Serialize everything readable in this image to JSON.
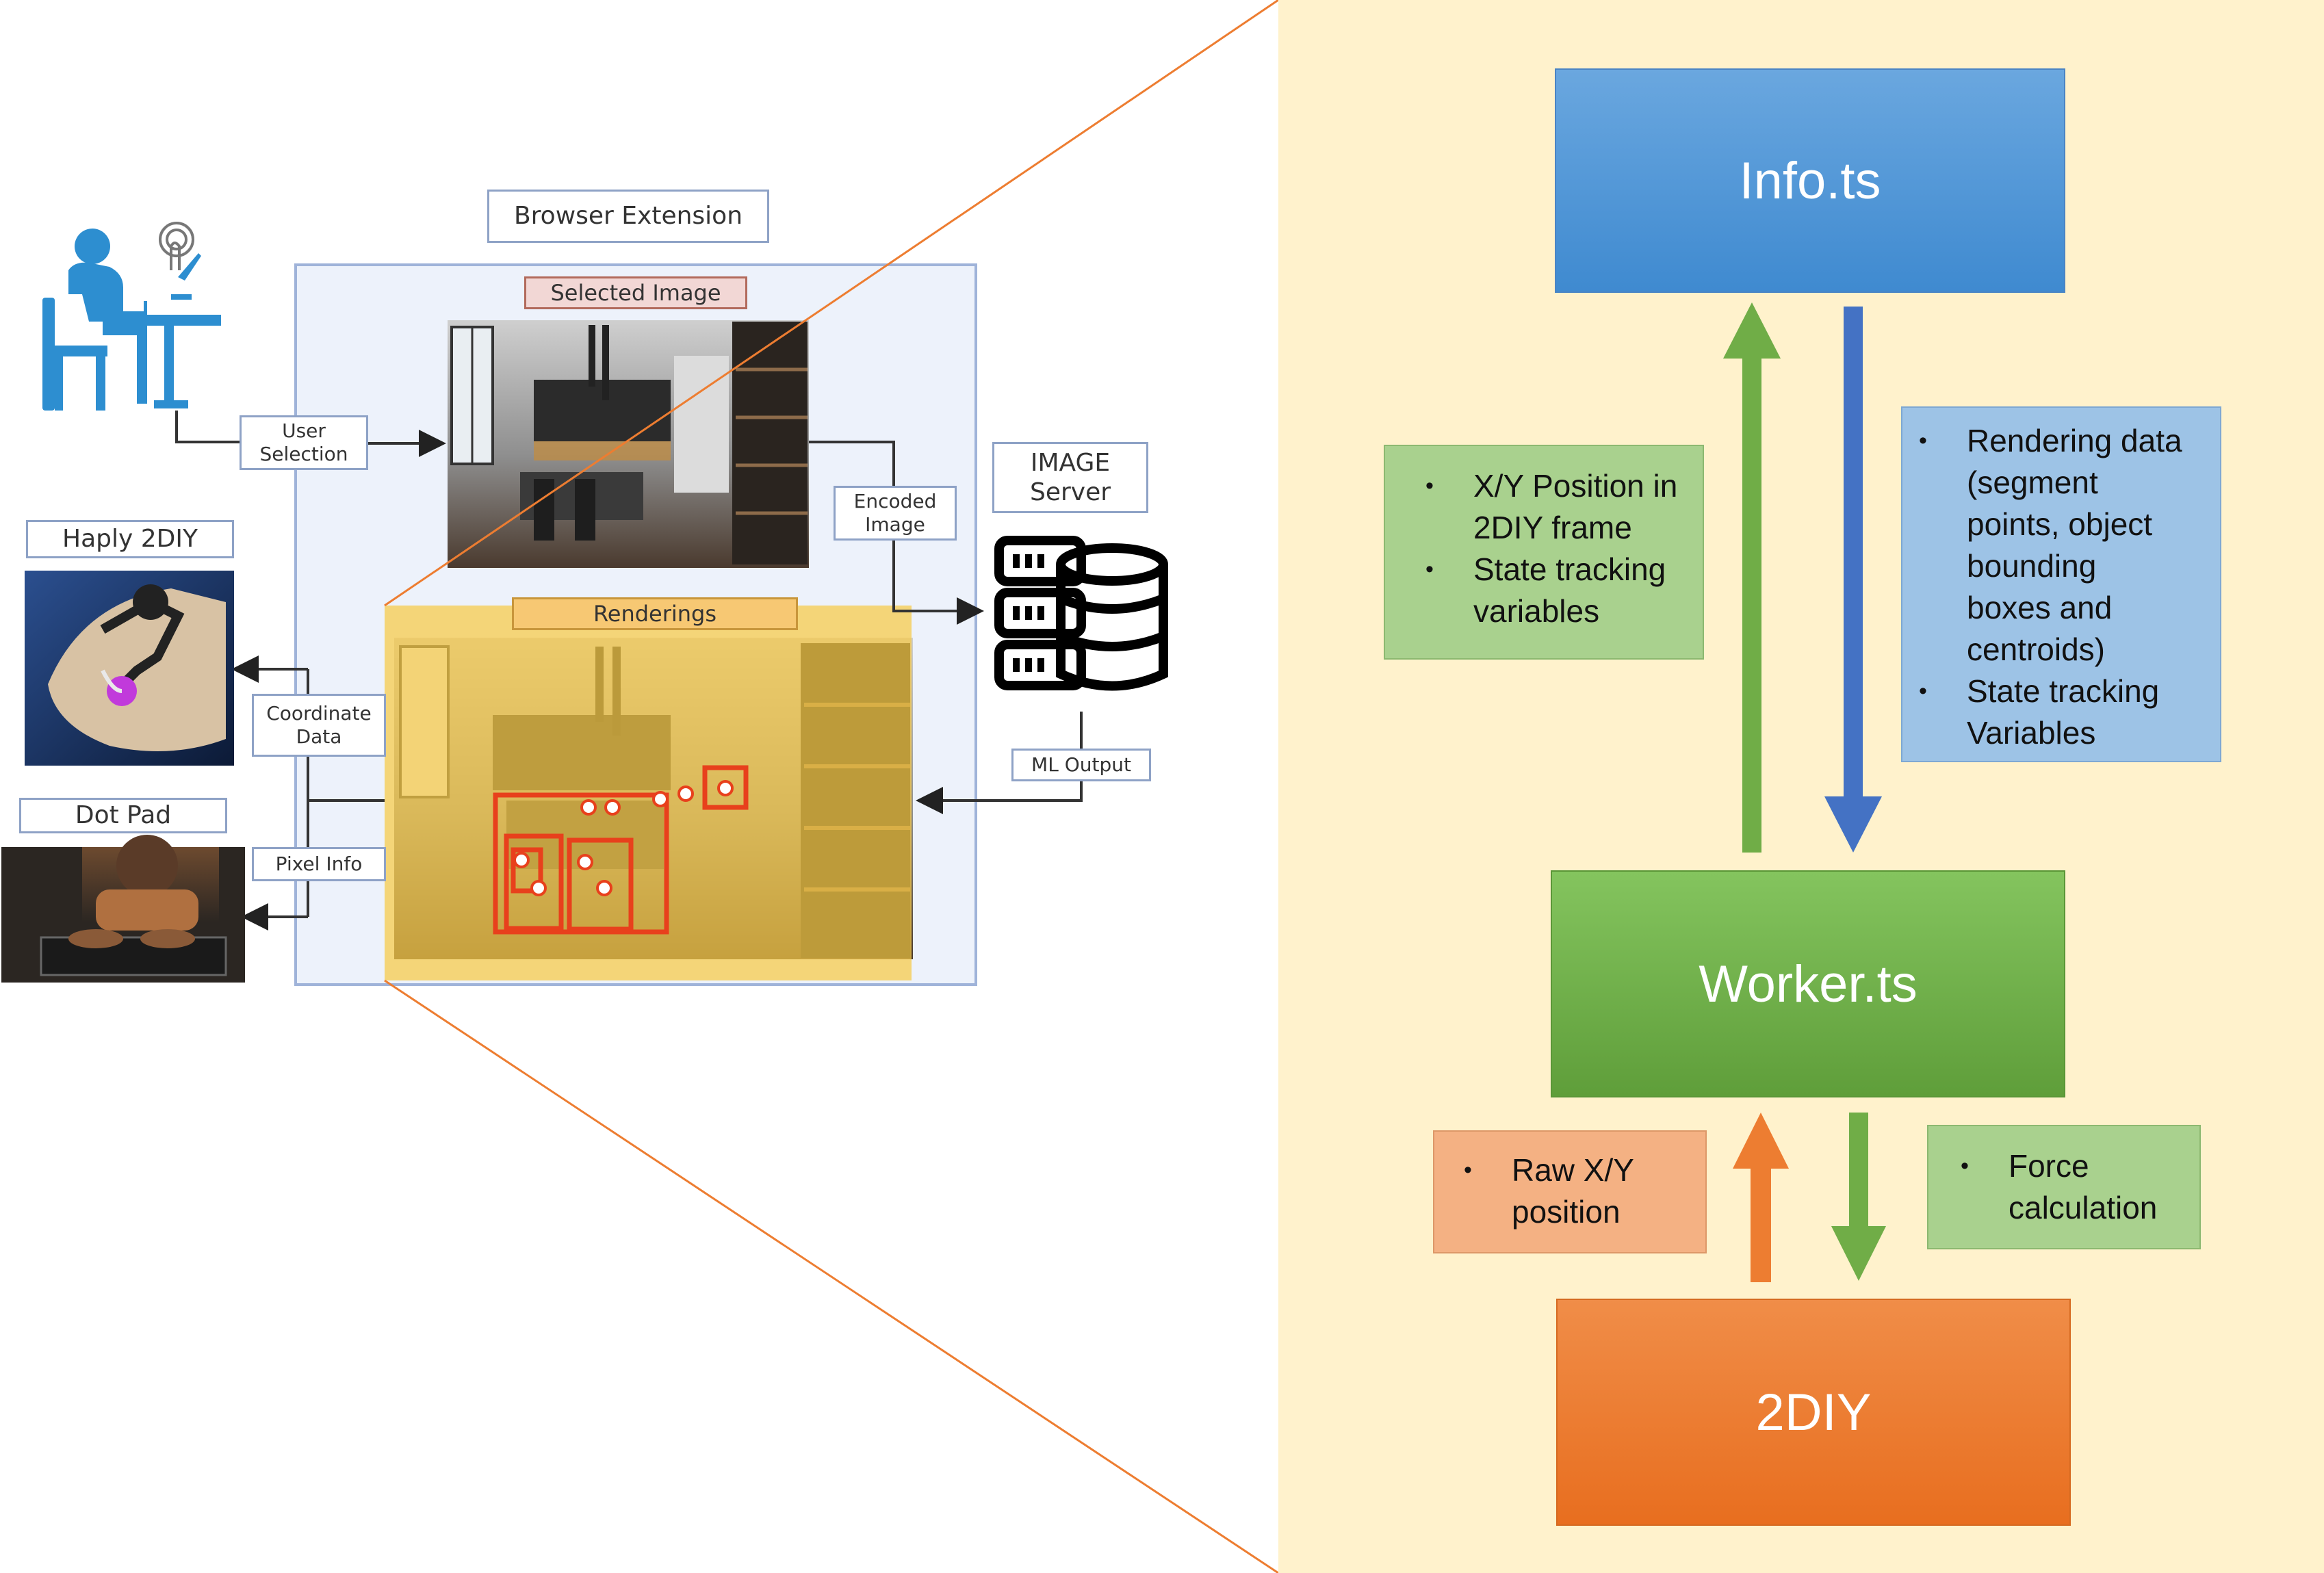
{
  "left_diagram": {
    "browser_extension_label": "Browser Extension",
    "selected_image_label": "Selected Image",
    "renderings_label": "Renderings",
    "user_selection_label": "User Selection",
    "encoded_image_label": "Encoded Image",
    "image_server_label": "IMAGE Server",
    "ml_output_label": "ML Output",
    "coordinate_data_label": "Coordinate Data",
    "pixel_info_label": "Pixel Info",
    "haply_label": "Haply 2DIY",
    "dot_pad_label": "Dot Pad"
  },
  "right_panel": {
    "info_ts": "Info.ts",
    "worker_ts": "Worker.ts",
    "diy": "2DIY",
    "xy_note": [
      "X/Y Position in 2DIY frame",
      "State tracking variables"
    ],
    "rendering_note": [
      "Rendering data (segment points, object bounding boxes and centroids)",
      "State tracking Variables"
    ],
    "raw_note": [
      "Raw X/Y position"
    ],
    "force_note": [
      "Force calculation"
    ]
  },
  "colors": {
    "panel_bg": "#fff2cc",
    "info_blue": "#5b9bd5",
    "worker_green": "#70ad47",
    "diy_orange": "#ed7d31",
    "note_green": "#a9d18e",
    "note_blue": "#9dc3e6",
    "note_orange": "#f4b183",
    "arrow_blue": "#4472c4",
    "browser_box": "#edf2fb",
    "highlight_yellow": "#f6c945"
  }
}
